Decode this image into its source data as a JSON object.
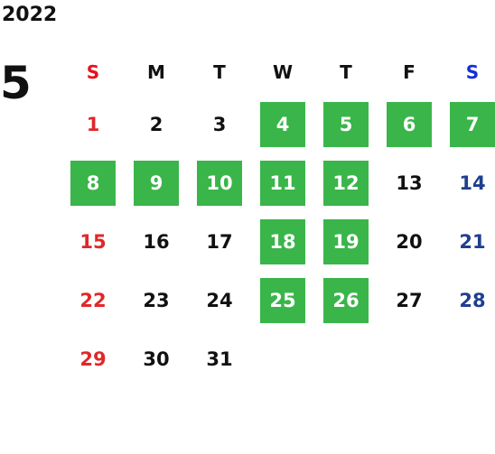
{
  "calendar": {
    "year": "2022",
    "month": "5",
    "weekdays": [
      "S",
      "M",
      "T",
      "W",
      "T",
      "F",
      "S"
    ],
    "highlight_color": "#3ab54a",
    "sunday_color": "#e0282a",
    "saturday_color": "#1f3f8f",
    "weeks": [
      [
        {
          "day": "1",
          "highlight": false
        },
        {
          "day": "2",
          "highlight": false
        },
        {
          "day": "3",
          "highlight": false
        },
        {
          "day": "4",
          "highlight": true
        },
        {
          "day": "5",
          "highlight": true
        },
        {
          "day": "6",
          "highlight": true
        },
        {
          "day": "7",
          "highlight": true
        }
      ],
      [
        {
          "day": "8",
          "highlight": true
        },
        {
          "day": "9",
          "highlight": true
        },
        {
          "day": "10",
          "highlight": true
        },
        {
          "day": "11",
          "highlight": true
        },
        {
          "day": "12",
          "highlight": true
        },
        {
          "day": "13",
          "highlight": false
        },
        {
          "day": "14",
          "highlight": false
        }
      ],
      [
        {
          "day": "15",
          "highlight": false
        },
        {
          "day": "16",
          "highlight": false
        },
        {
          "day": "17",
          "highlight": false
        },
        {
          "day": "18",
          "highlight": true
        },
        {
          "day": "19",
          "highlight": true
        },
        {
          "day": "20",
          "highlight": false
        },
        {
          "day": "21",
          "highlight": false
        }
      ],
      [
        {
          "day": "22",
          "highlight": false
        },
        {
          "day": "23",
          "highlight": false
        },
        {
          "day": "24",
          "highlight": false
        },
        {
          "day": "25",
          "highlight": true
        },
        {
          "day": "26",
          "highlight": true
        },
        {
          "day": "27",
          "highlight": false
        },
        {
          "day": "28",
          "highlight": false
        }
      ],
      [
        {
          "day": "29",
          "highlight": false
        },
        {
          "day": "30",
          "highlight": false
        },
        {
          "day": "31",
          "highlight": false
        },
        {
          "day": "",
          "highlight": false
        },
        {
          "day": "",
          "highlight": false
        },
        {
          "day": "",
          "highlight": false
        },
        {
          "day": "",
          "highlight": false
        }
      ]
    ]
  }
}
